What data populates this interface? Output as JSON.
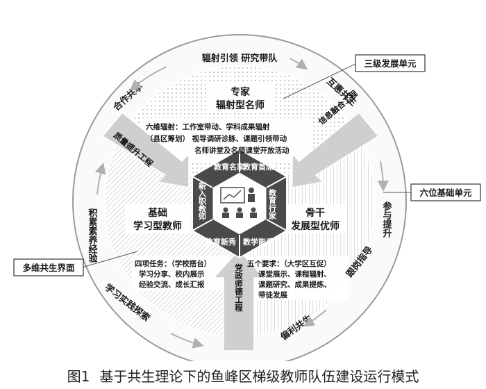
{
  "callouts": {
    "three_level": "三级发展单元",
    "six_position": "六位基础单元",
    "multi_symbiosis": "多维共生界面"
  },
  "outer_ring": {
    "top": "辐射引领  研究带队",
    "top_left": "合作共享",
    "top_right": "互惠共生",
    "left": "积累素养经验",
    "right": "参与提升",
    "bottom_left": "学习实践探索",
    "bottom_right_upper": "跟岗指导",
    "bottom_right": "偏利共生"
  },
  "sectors": {
    "top": {
      "title_1": "专家",
      "title_2": "辐射型名师",
      "desc_1": "六维辐射：工作室带动、学科成果辐射",
      "desc_2": "（县区筹划）  视导调研诊脉、课题引领带动",
      "desc_3": "名师讲堂及名师课堂开放活动"
    },
    "left": {
      "title_1": "基础",
      "title_2": "学习型教师",
      "desc_1": "四项任务：（学校搭台）",
      "desc_2": "学习分享、校内展示",
      "desc_3": "经验交流、成长汇报"
    },
    "right": {
      "title_1": "骨干",
      "title_2": "发展型优师",
      "desc_1": "五个要求：（大学区互促）",
      "desc_2": "课堂展示、课程辐射、",
      "desc_3": "课题研究、成果提炼、",
      "desc_4": "带徒发展"
    }
  },
  "arrows": {
    "upper_left": "质量提升工程",
    "upper_right": "信息融合工程",
    "bottom": "党政师德工程"
  },
  "hexagon": {
    "segments": [
      "教育名家",
      "教育首席",
      "教育行家",
      "教学能手",
      "教育新秀",
      "新入职教师"
    ]
  },
  "caption": {
    "figure_no": "图1",
    "text": "基于共生理论下的鱼峰区梯级教师队伍建设运行模式"
  },
  "colors": {
    "ink": "#1a1a1a",
    "hex_fill": "#4a4a4a",
    "arrow_fill": "#cfcfcf",
    "ring_stroke": "#9a9a9a",
    "background": "#ffffff"
  }
}
